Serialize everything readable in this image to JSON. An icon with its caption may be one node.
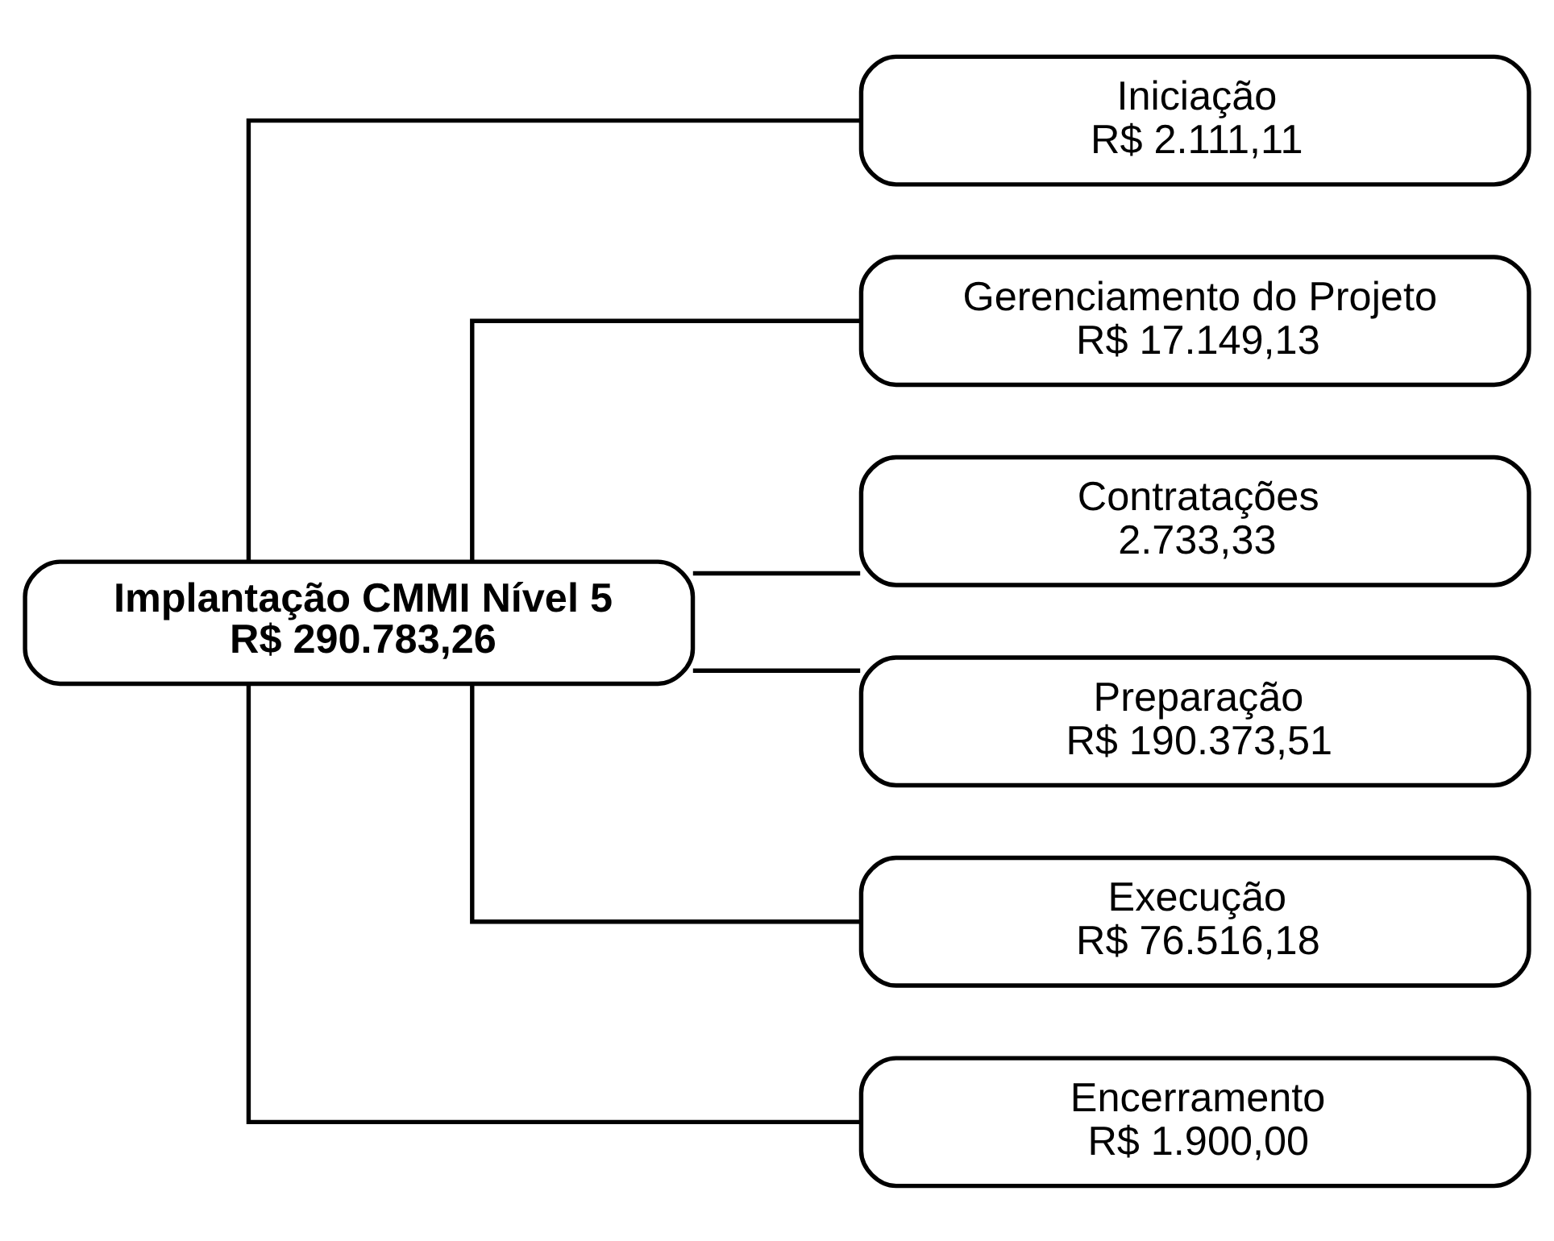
{
  "diagram": {
    "nodes": [
      {
        "text": [
          "Implantação CMMI Nível 5",
          "R$ 290.783,26"
        ]
      },
      {
        "text": [
          "Iniciação",
          "R$ 2.111,11"
        ]
      },
      {
        "text": [
          "Gerenciamento do Projeto",
          "R$ 17.149,13"
        ]
      },
      {
        "text": [
          "Contratações",
          "2.733,33"
        ]
      },
      {
        "text": [
          "Preparação",
          "R$ 190.373,51"
        ]
      },
      {
        "text": [
          "Execução",
          "R$ 76.516,18"
        ]
      },
      {
        "text": [
          "Encerramento",
          "R$ 1.900,00"
        ]
      }
    ],
    "edges": [
      {
        "from": 0,
        "to": 1,
        "arrow": "none"
      },
      {
        "from": 0,
        "to": 2,
        "arrow": "none"
      },
      {
        "from": 0,
        "to": 3,
        "arrow": "none"
      },
      {
        "from": 0,
        "to": 4,
        "arrow": "none"
      },
      {
        "from": 0,
        "to": 5,
        "arrow": "none"
      },
      {
        "from": 0,
        "to": 6,
        "arrow": "none"
      }
    ]
  }
}
